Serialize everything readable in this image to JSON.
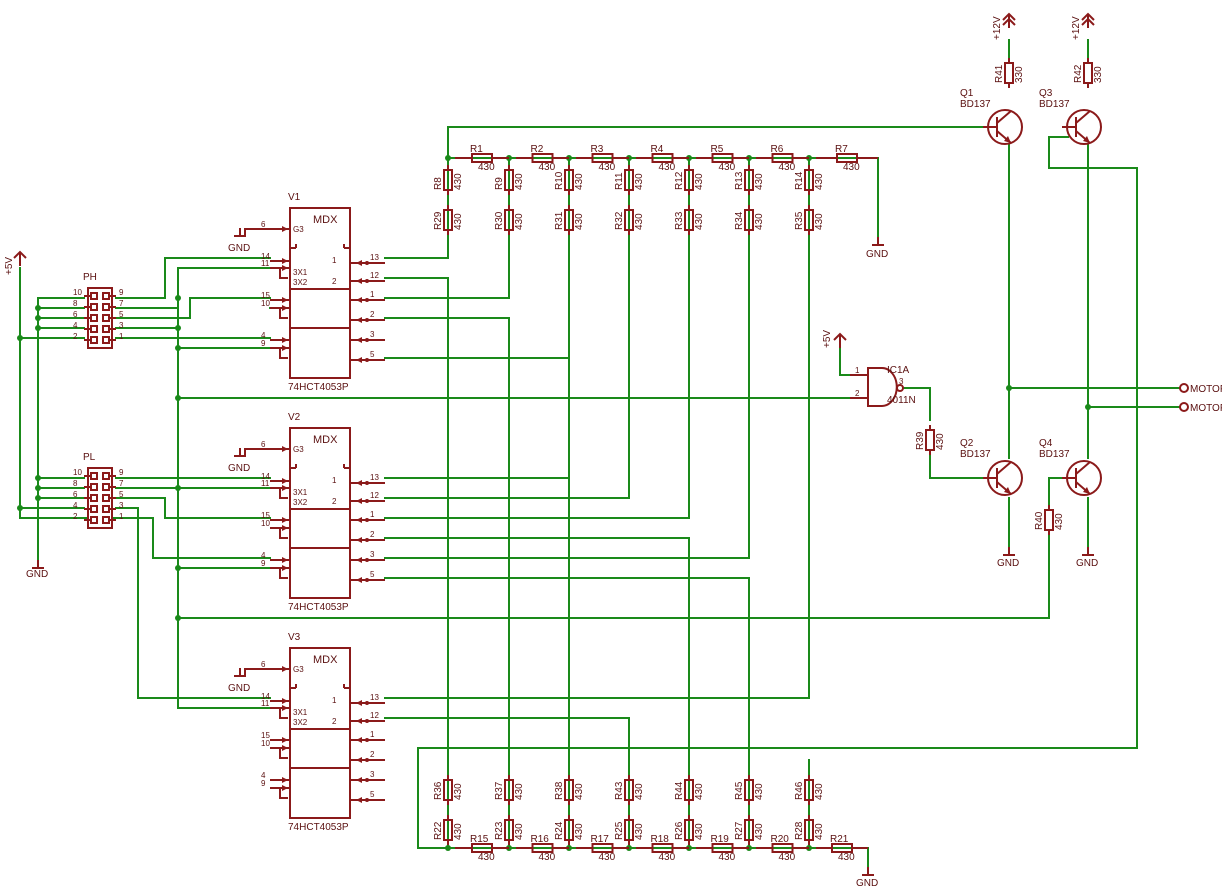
{
  "power": {
    "v5": "+5V",
    "v12": "+12V",
    "gnd": "GND"
  },
  "connectors": [
    {
      "name": "PH",
      "pins_left": [
        "10",
        "8",
        "6",
        "4",
        "2"
      ],
      "pins_right": [
        "9",
        "7",
        "5",
        "3",
        "1"
      ]
    },
    {
      "name": "PL",
      "pins_left": [
        "10",
        "8",
        "6",
        "4",
        "2"
      ],
      "pins_right": [
        "9",
        "7",
        "5",
        "3",
        "1"
      ]
    }
  ],
  "muxes": [
    {
      "name": "V1",
      "part": "74HCT4053P",
      "header": "MDX",
      "g3": "G3",
      "x1": "3X1",
      "x2": "3X2"
    },
    {
      "name": "V2",
      "part": "74HCT4053P",
      "header": "MDX",
      "g3": "G3",
      "x1": "3X1",
      "x2": "3X2"
    },
    {
      "name": "V3",
      "part": "74HCT4053P",
      "header": "MDX",
      "g3": "G3",
      "x1": "3X1",
      "x2": "3X2"
    }
  ],
  "mux_pins": {
    "left": [
      "6",
      "14",
      "11",
      "15",
      "10",
      "4",
      "9"
    ],
    "right": [
      "13",
      "12",
      "1",
      "2",
      "3",
      "5"
    ],
    "inner": [
      "1",
      "2"
    ]
  },
  "resistors": {
    "value": "430",
    "top_series": [
      "R1",
      "R2",
      "R3",
      "R4",
      "R5",
      "R6",
      "R7"
    ],
    "top_upper": [
      "R8",
      "R9",
      "R10",
      "R11",
      "R12",
      "R13",
      "R14"
    ],
    "top_lower": [
      "R29",
      "R30",
      "R31",
      "R32",
      "R33",
      "R34",
      "R35"
    ],
    "bot_upper": [
      "R36",
      "R37",
      "R38",
      "R43",
      "R44",
      "R45",
      "R46"
    ],
    "bot_lower": [
      "R22",
      "R23",
      "R24",
      "R25",
      "R26",
      "R27",
      "R28"
    ],
    "bot_series": [
      "R15",
      "R16",
      "R17",
      "R18",
      "R19",
      "R20",
      "R21"
    ],
    "base": [
      {
        "name": "R39",
        "value": "430"
      },
      {
        "name": "R40",
        "value": "430"
      },
      {
        "name": "R41",
        "value": "330"
      },
      {
        "name": "R42",
        "value": "330"
      }
    ]
  },
  "transistors": [
    {
      "name": "Q1",
      "part": "BD137"
    },
    {
      "name": "Q2",
      "part": "BD137"
    },
    {
      "name": "Q3",
      "part": "BD137"
    },
    {
      "name": "Q4",
      "part": "BD137"
    }
  ],
  "gate": {
    "name": "IC1A",
    "part": "4011N",
    "pins": [
      "1",
      "2",
      "3"
    ]
  },
  "outputs": [
    "MOTOF",
    "MOTOF"
  ]
}
